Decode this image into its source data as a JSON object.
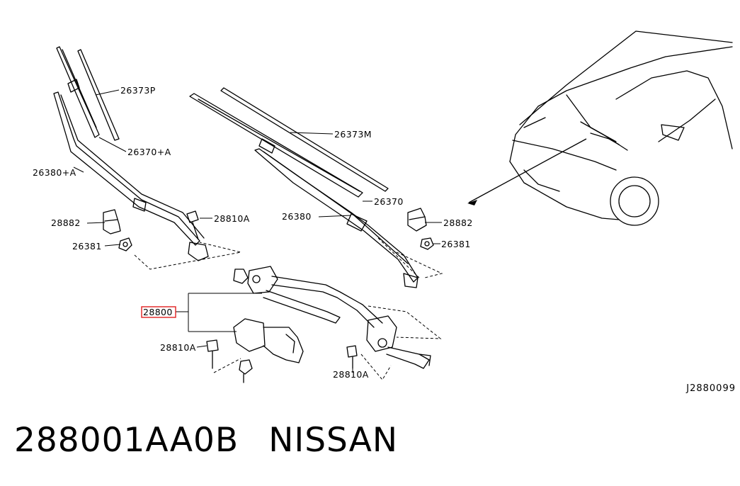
{
  "diagram": {
    "part_labels": {
      "blade_left": "26373P",
      "arm_cap_left": "26370+A",
      "arm_left": "26380+A",
      "cover_left": "28882",
      "nut_left": "26381",
      "bolt_link_top": "28810A",
      "blade_right": "26373M",
      "arm_cap_right": "26370",
      "arm_right": "26380",
      "cover_right": "28882",
      "nut_right": "26381",
      "assembly": "28800",
      "bolt_motor": "28810A",
      "bolt_right": "28810A"
    },
    "drawing_code": "J2880099",
    "highlight_color": "#e02020"
  },
  "caption": {
    "part_number": "288001AA0B",
    "brand": "NISSAN"
  }
}
